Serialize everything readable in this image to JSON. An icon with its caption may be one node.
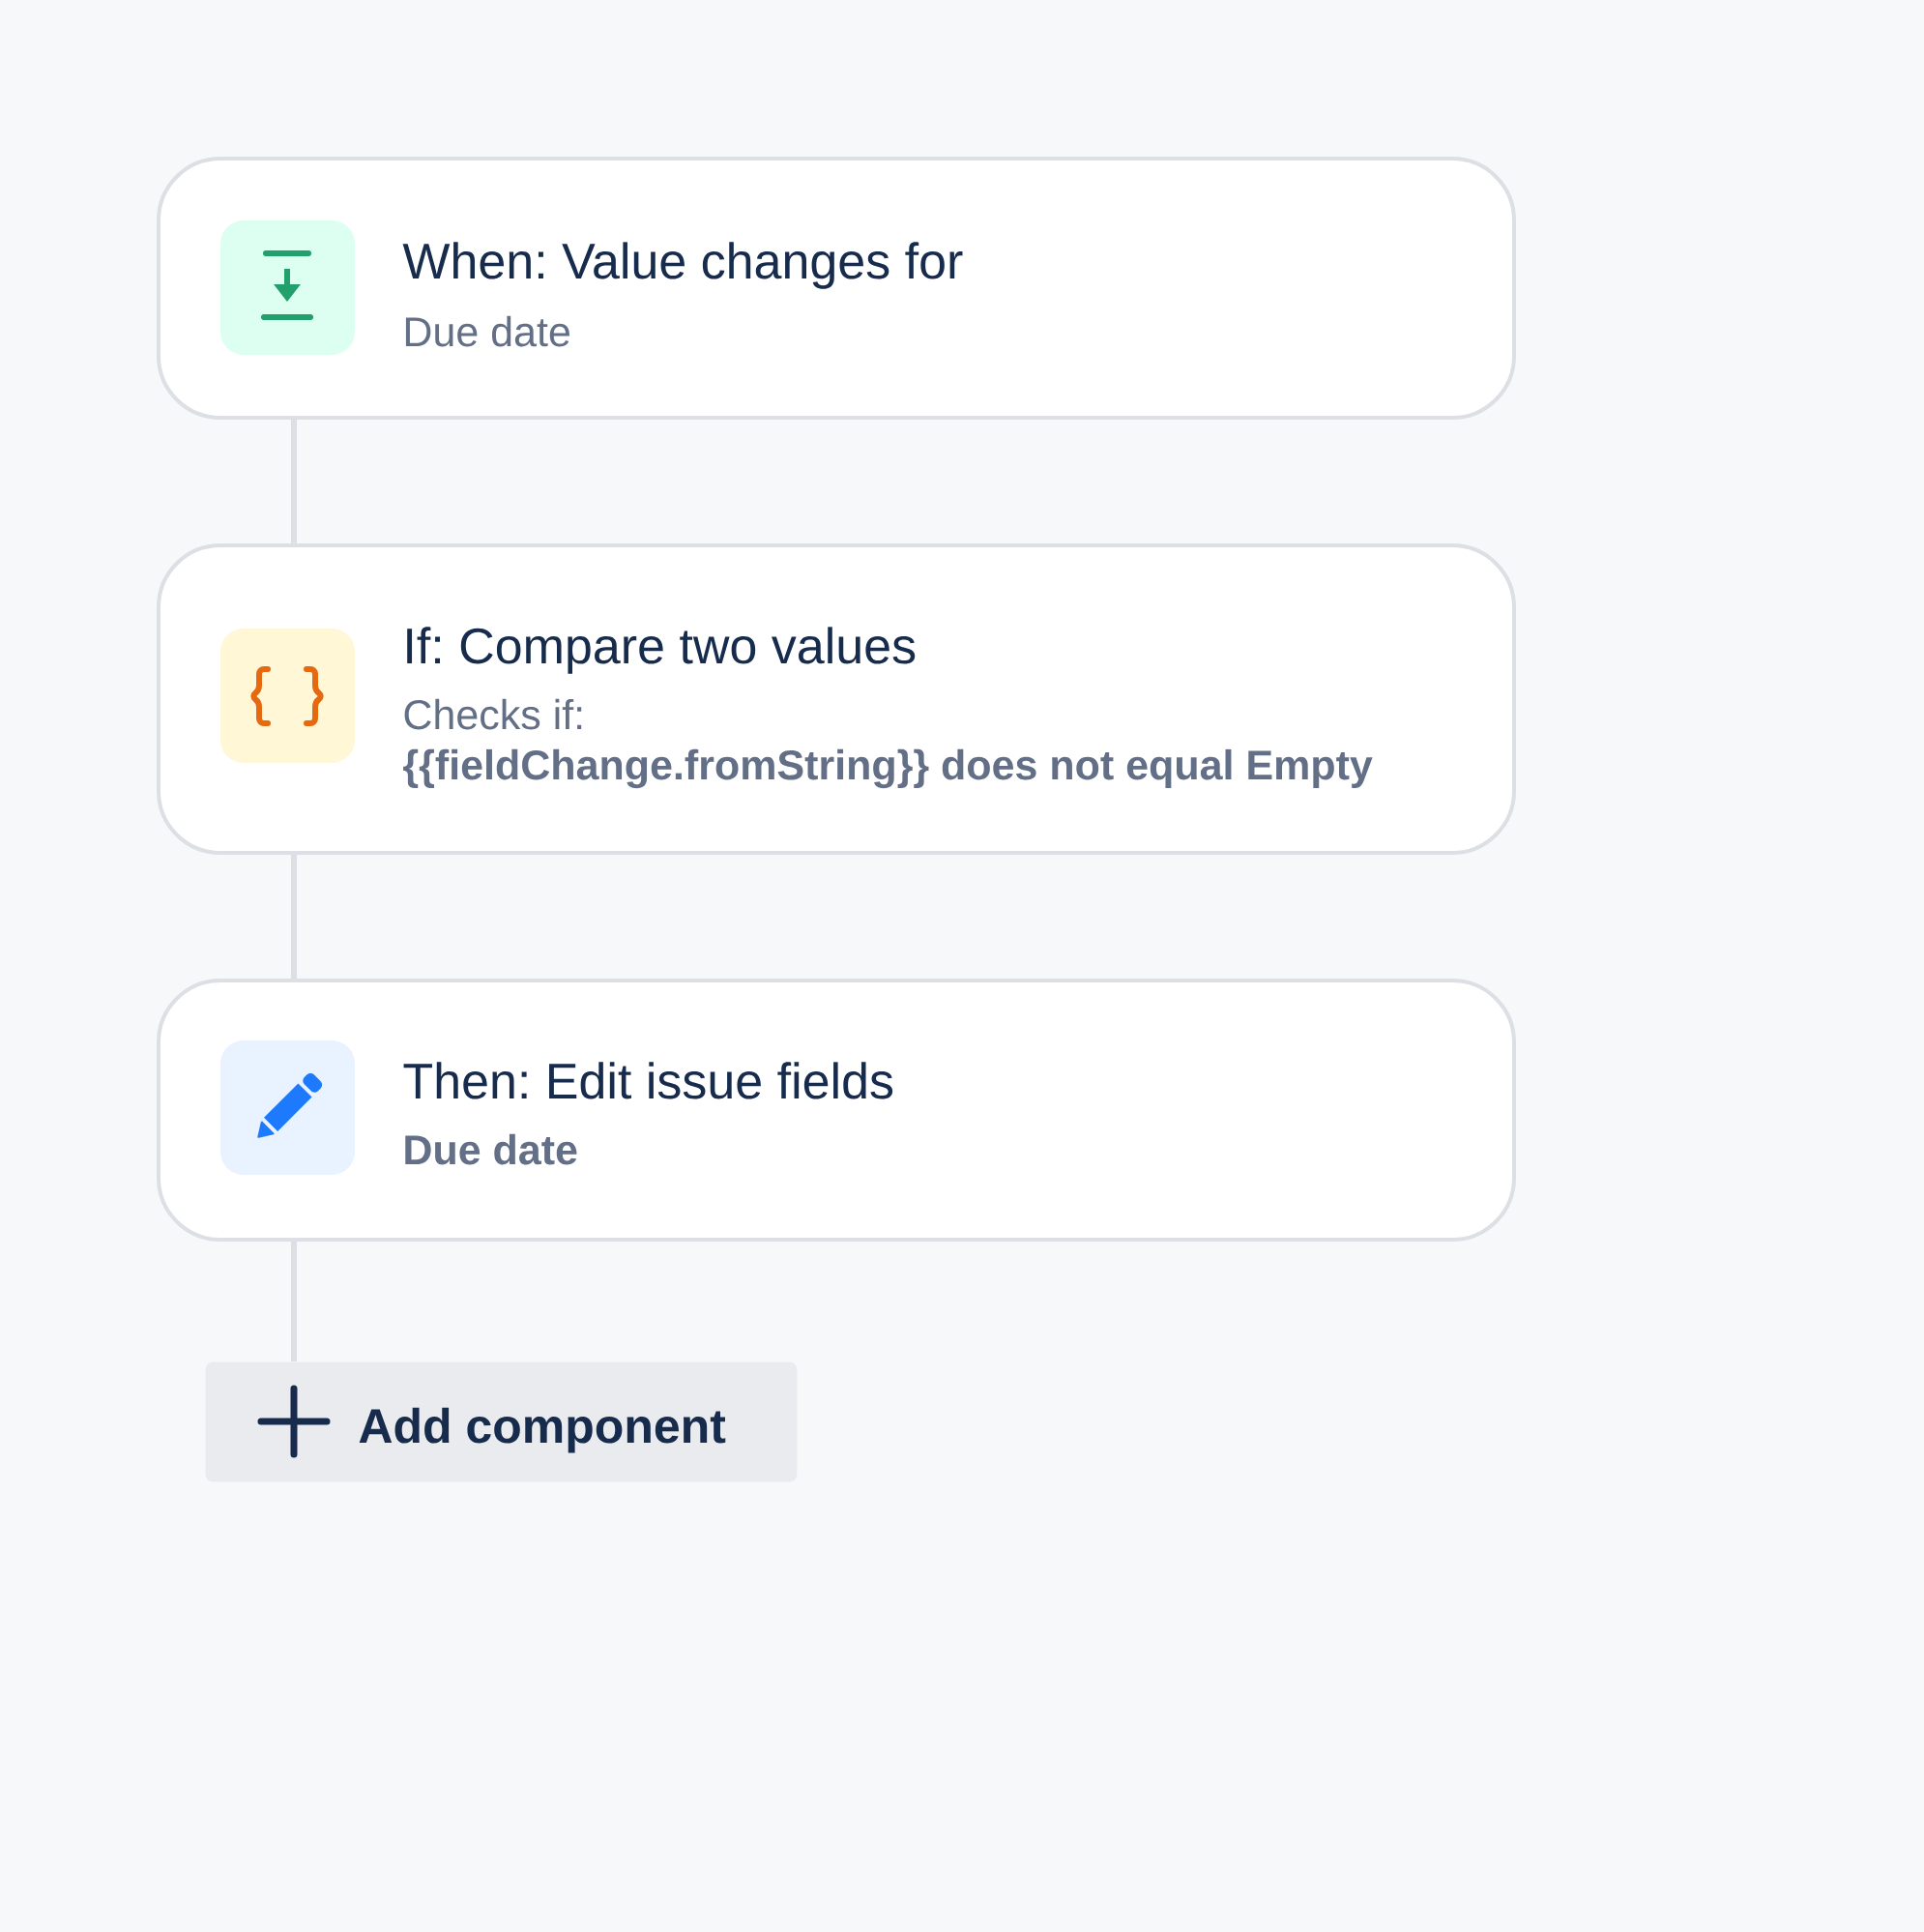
{
  "diagram": {
    "nodes": [
      {
        "text": [
          "When: Value changes for",
          "Due date"
        ]
      },
      {
        "text": [
          "If: Compare two values",
          "Checks if:",
          "{{fieldChange.fromString}} does not equal Empty"
        ]
      },
      {
        "text": [
          "Then: Edit issue fields",
          "Due date"
        ]
      },
      {
        "text": [
          "Add component"
        ]
      }
    ],
    "edges": [
      {
        "from": 0,
        "to": 1,
        "arrow": "none"
      },
      {
        "from": 1,
        "to": 2,
        "arrow": "none"
      },
      {
        "from": 2,
        "to": 3,
        "arrow": "none"
      }
    ]
  }
}
